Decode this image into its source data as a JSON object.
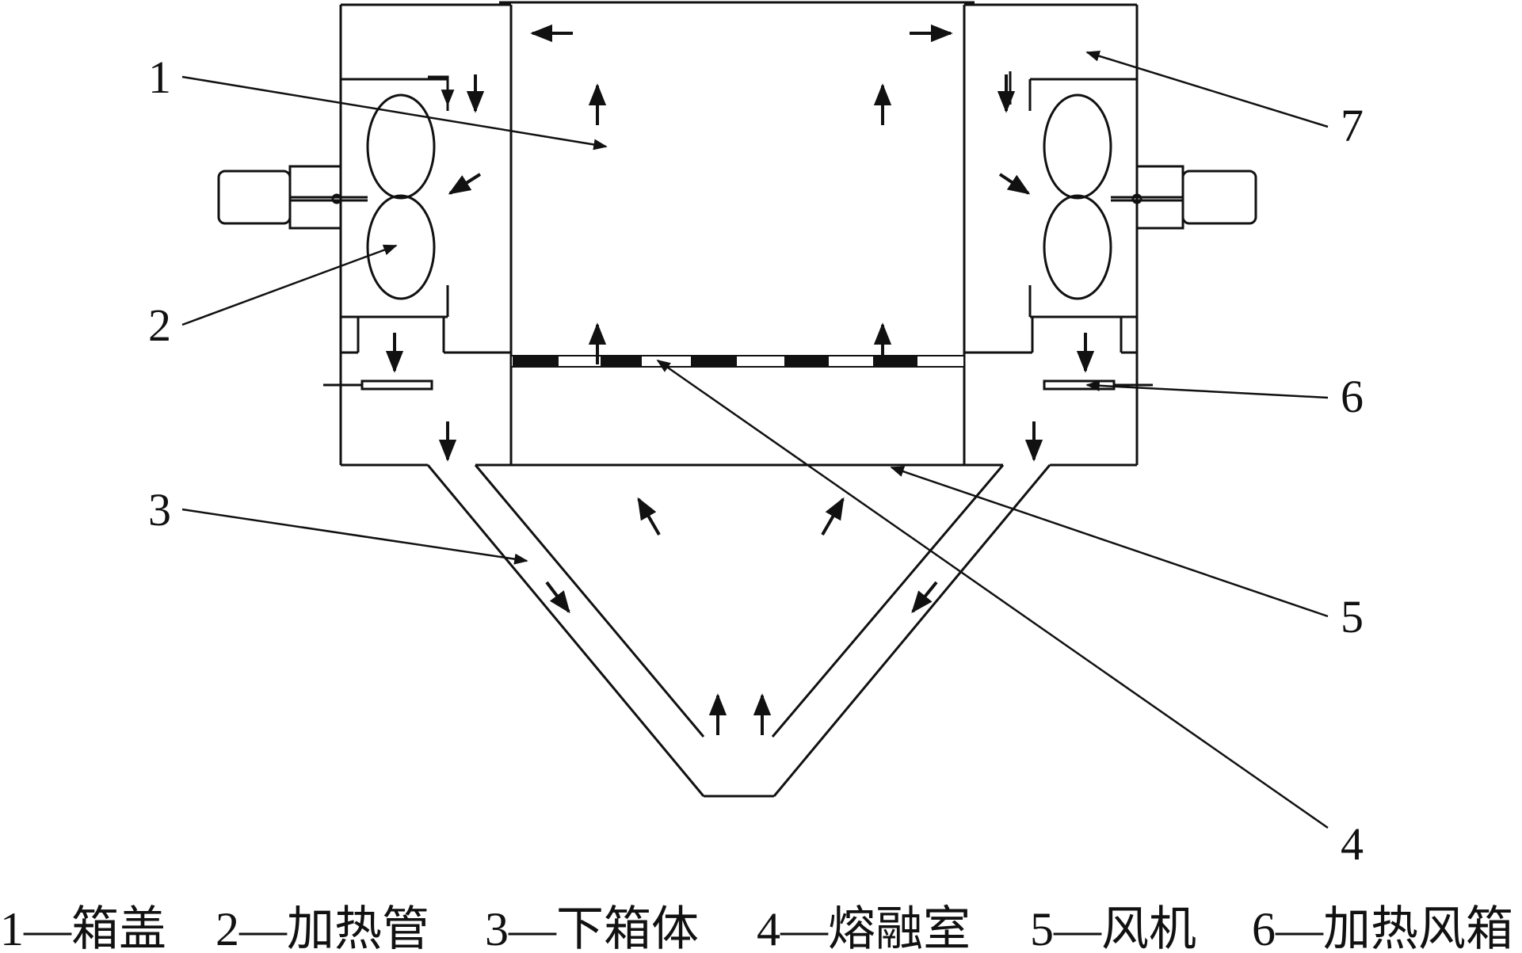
{
  "labels": {
    "n1": "1",
    "n2": "2",
    "n3": "3",
    "n4": "4",
    "n5": "5",
    "n6": "6",
    "n7": "7"
  },
  "caption": [
    "1—箱盖",
    "2—加热管",
    "3—下箱体",
    "4—熔融室",
    "5—风机",
    "6—加热风箱"
  ]
}
